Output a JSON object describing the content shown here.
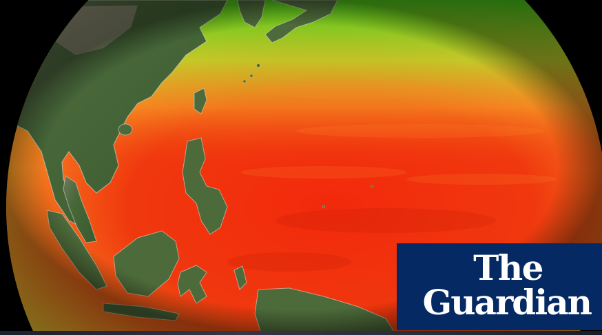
{
  "scene": {
    "subject": "globe-sea-surface-temperature",
    "palette": {
      "background": "#000000",
      "hot": "#f0300e",
      "warm": "#f77d1c",
      "mild": "#f6c531",
      "cool": "#7ed320",
      "land": "#4d6a3a"
    }
  },
  "logo": {
    "line1": "The",
    "line2": "Guardian",
    "background": "#052962",
    "text_color": "#ffffff"
  }
}
